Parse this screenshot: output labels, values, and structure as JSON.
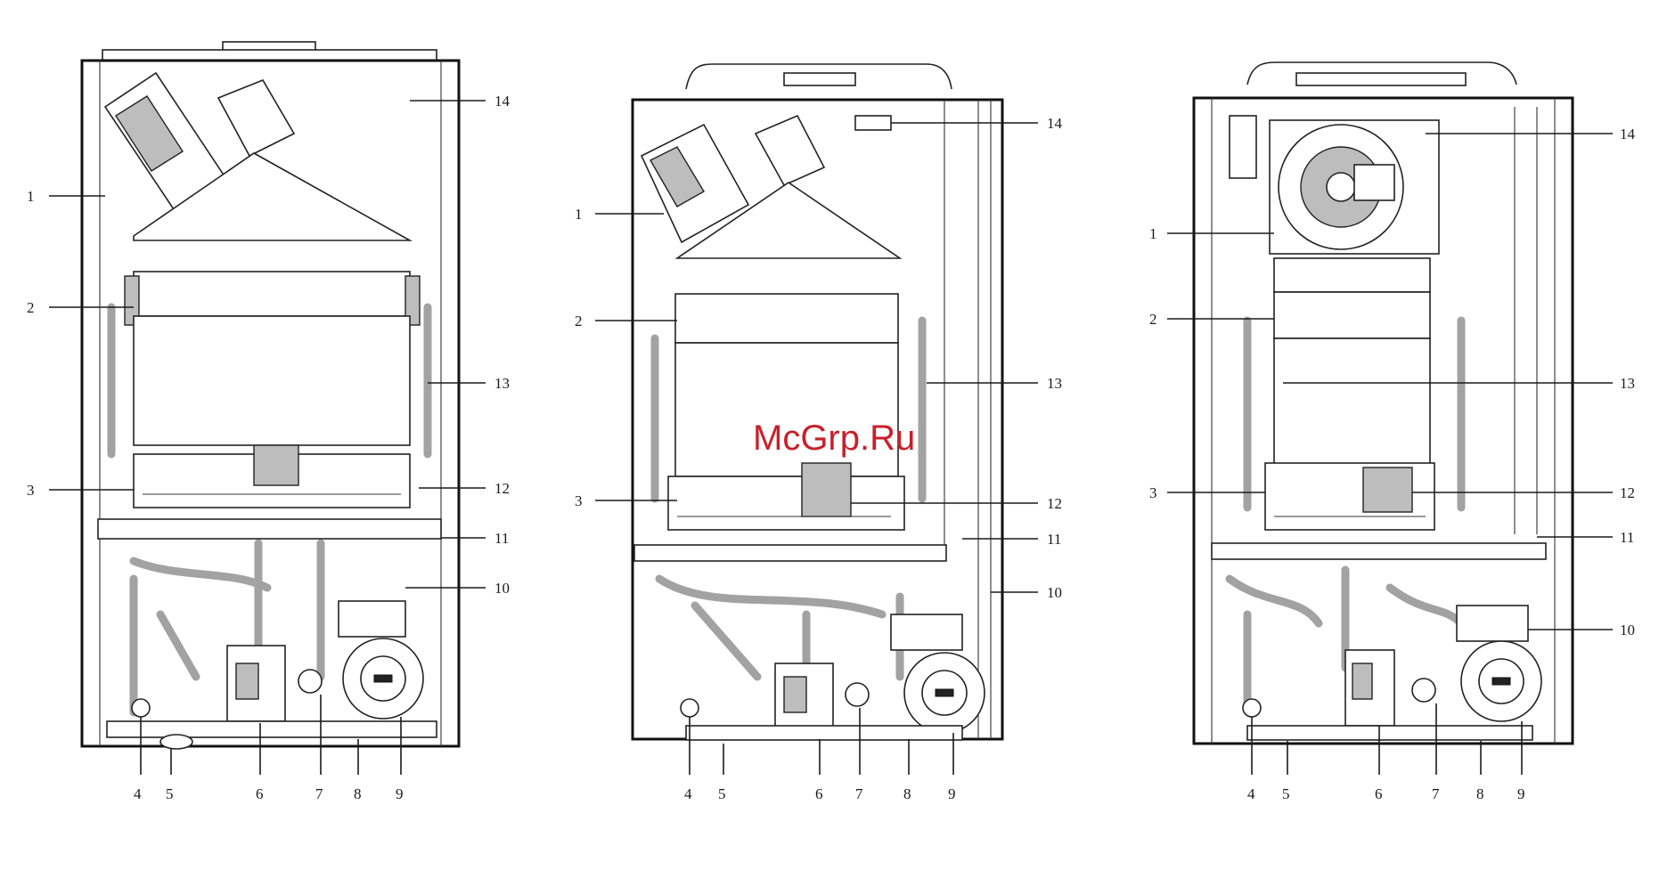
{
  "diagrams": [
    {
      "id": "left",
      "labels": [
        "1",
        "2",
        "3",
        "4",
        "5",
        "6",
        "7",
        "8",
        "9",
        "10",
        "11",
        "12",
        "13",
        "14"
      ]
    },
    {
      "id": "middle",
      "labels": [
        "1",
        "2",
        "3",
        "4",
        "5",
        "6",
        "7",
        "8",
        "9",
        "10",
        "11",
        "12",
        "13",
        "14"
      ]
    },
    {
      "id": "right",
      "labels": [
        "1",
        "2",
        "3",
        "4",
        "5",
        "6",
        "7",
        "8",
        "9",
        "10",
        "11",
        "12",
        "13",
        "14"
      ]
    }
  ],
  "watermark": "McGrp.Ru",
  "colors": {
    "lines": "#1a1a1a",
    "watermark": "#c8202a"
  }
}
